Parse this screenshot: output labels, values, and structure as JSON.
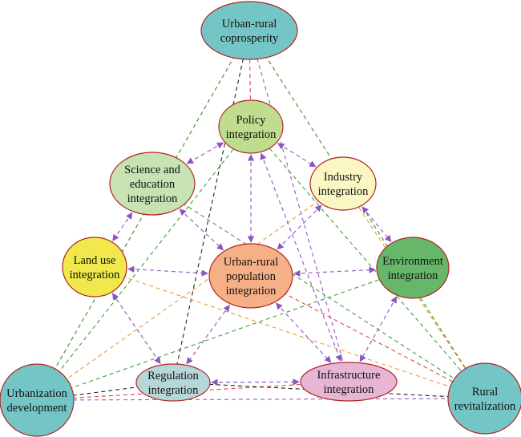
{
  "nodes": {
    "coprosperity": {
      "lines": [
        "Urban-rural",
        "coprosperity"
      ],
      "color": "#74c6c6"
    },
    "policy": {
      "lines": [
        "Policy",
        "integration"
      ],
      "color": "#bedd8f"
    },
    "science": {
      "lines": [
        "Science and",
        "education",
        "integration"
      ],
      "color": "#c7e2b3"
    },
    "industry": {
      "lines": [
        "Industry",
        "integration"
      ],
      "color": "#fbf7c4"
    },
    "landuse": {
      "lines": [
        "Land use",
        "integration"
      ],
      "color": "#f0e84c"
    },
    "population": {
      "lines": [
        "Urban-rural",
        "population",
        "integration"
      ],
      "color": "#f6b088"
    },
    "environment": {
      "lines": [
        "Environment",
        "integration"
      ],
      "color": "#67b76b"
    },
    "regulation": {
      "lines": [
        "Regulation",
        "integration"
      ],
      "color": "#b6d7d9"
    },
    "infrastructure": {
      "lines": [
        "Infrastructure",
        "integration"
      ],
      "color": "#e7b6d5"
    },
    "urbanization": {
      "lines": [
        "Urbanization",
        "development"
      ],
      "color": "#74c6c6"
    },
    "rural": {
      "lines": [
        "Rural",
        "revitalization"
      ],
      "color": "#74c6c6"
    }
  },
  "link_colors": {
    "orange": "#e89a3b",
    "green": "#3c9e3c",
    "black": "#222222",
    "red": "#dd4444",
    "purple": "#9b5cc4"
  },
  "dashed_links": [
    {
      "from": "coprosperity",
      "to": "urbanization",
      "color": "orange"
    },
    {
      "from": "coprosperity",
      "to": "urbanization",
      "color": "green"
    },
    {
      "from": "coprosperity",
      "to": "regulation",
      "color": "black"
    },
    {
      "from": "coprosperity",
      "to": "policy",
      "color": "red"
    },
    {
      "from": "coprosperity",
      "to": "infrastructure",
      "color": "purple"
    },
    {
      "from": "coprosperity",
      "to": "rural",
      "color": "orange"
    },
    {
      "from": "coprosperity",
      "to": "rural",
      "color": "green"
    },
    {
      "from": "policy",
      "to": "urbanization",
      "color": "green"
    },
    {
      "from": "policy",
      "to": "rural",
      "color": "green"
    },
    {
      "from": "science",
      "to": "rural",
      "color": "green"
    },
    {
      "from": "industry",
      "to": "urbanization",
      "color": "orange"
    },
    {
      "from": "industry",
      "to": "rural",
      "color": "orange"
    },
    {
      "from": "landuse",
      "to": "rural",
      "color": "orange"
    },
    {
      "from": "environment",
      "to": "urbanization",
      "color": "green"
    },
    {
      "from": "urbanization",
      "to": "infrastructure",
      "color": "red"
    },
    {
      "from": "urbanization",
      "to": "regulation",
      "color": "black"
    },
    {
      "from": "regulation",
      "to": "rural",
      "color": "black"
    },
    {
      "from": "urbanization",
      "to": "rural",
      "color": "purple"
    },
    {
      "from": "population",
      "to": "rural",
      "color": "red"
    }
  ],
  "double_arrows": [
    {
      "from": "policy",
      "to": "science"
    },
    {
      "from": "policy",
      "to": "industry"
    },
    {
      "from": "policy",
      "to": "population"
    },
    {
      "from": "science",
      "to": "landuse"
    },
    {
      "from": "science",
      "to": "population"
    },
    {
      "from": "industry",
      "to": "environment"
    },
    {
      "from": "industry",
      "to": "population"
    },
    {
      "from": "landuse",
      "to": "population"
    },
    {
      "from": "landuse",
      "to": "regulation"
    },
    {
      "from": "population",
      "to": "environment"
    },
    {
      "from": "population",
      "to": "regulation"
    },
    {
      "from": "population",
      "to": "infrastructure"
    },
    {
      "from": "environment",
      "to": "infrastructure"
    },
    {
      "from": "regulation",
      "to": "infrastructure"
    },
    {
      "from": "policy",
      "to": "infrastructure"
    }
  ]
}
